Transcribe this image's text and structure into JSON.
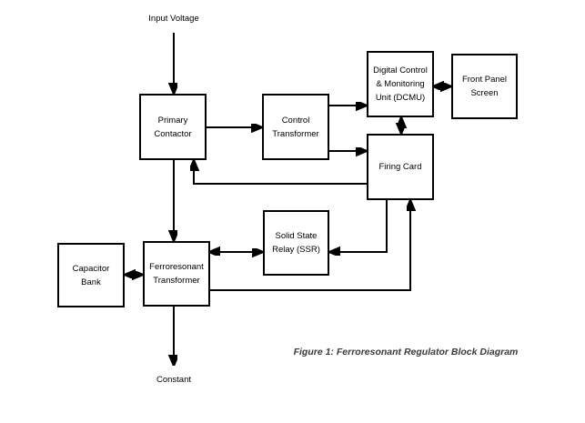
{
  "labels": {
    "input_voltage": "Input Voltage",
    "constant": "Constant"
  },
  "caption": "Figure 1: Ferroresonant Regulator Block Diagram",
  "blocks": {
    "primary_contactor": {
      "lines": [
        "Primary",
        "Contactor"
      ]
    },
    "control_transformer": {
      "lines": [
        "Control",
        "Transformer"
      ]
    },
    "dcmu": {
      "lines": [
        "Digital Control",
        "& Monitoring",
        "Unit (DCMU)"
      ]
    },
    "front_panel_screen": {
      "lines": [
        "Front Panel",
        "Screen"
      ]
    },
    "firing_card": {
      "lines": [
        "Firing Card"
      ]
    },
    "solid_state_relay": {
      "lines": [
        "Solid State",
        "Relay (SSR)"
      ]
    },
    "ferroresonant_transformer": {
      "lines": [
        "Ferroresonant",
        "Transformer"
      ]
    },
    "capacitor_bank": {
      "lines": [
        "Capacitor",
        "Bank"
      ]
    }
  },
  "colors": {
    "line": "#000000",
    "background": "#ffffff",
    "caption_text": "#3a3a3a"
  }
}
